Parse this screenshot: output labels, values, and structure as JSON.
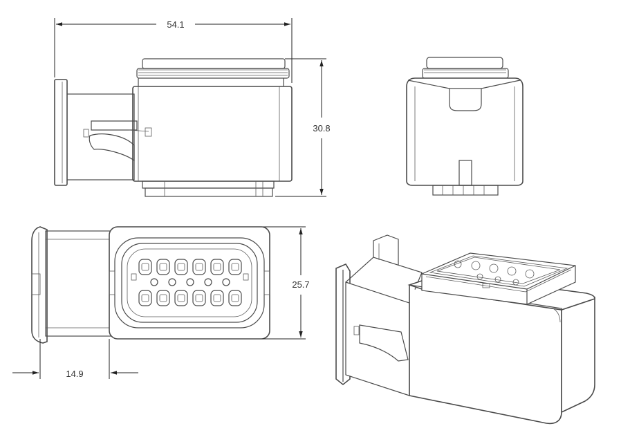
{
  "dimensions": {
    "length": "54.1",
    "height": "30.8",
    "width": "25.7",
    "latch_offset": "14.9"
  },
  "colors": {
    "line": "#4a4a4a",
    "dimension_line": "#222222",
    "background": "#ffffff"
  }
}
